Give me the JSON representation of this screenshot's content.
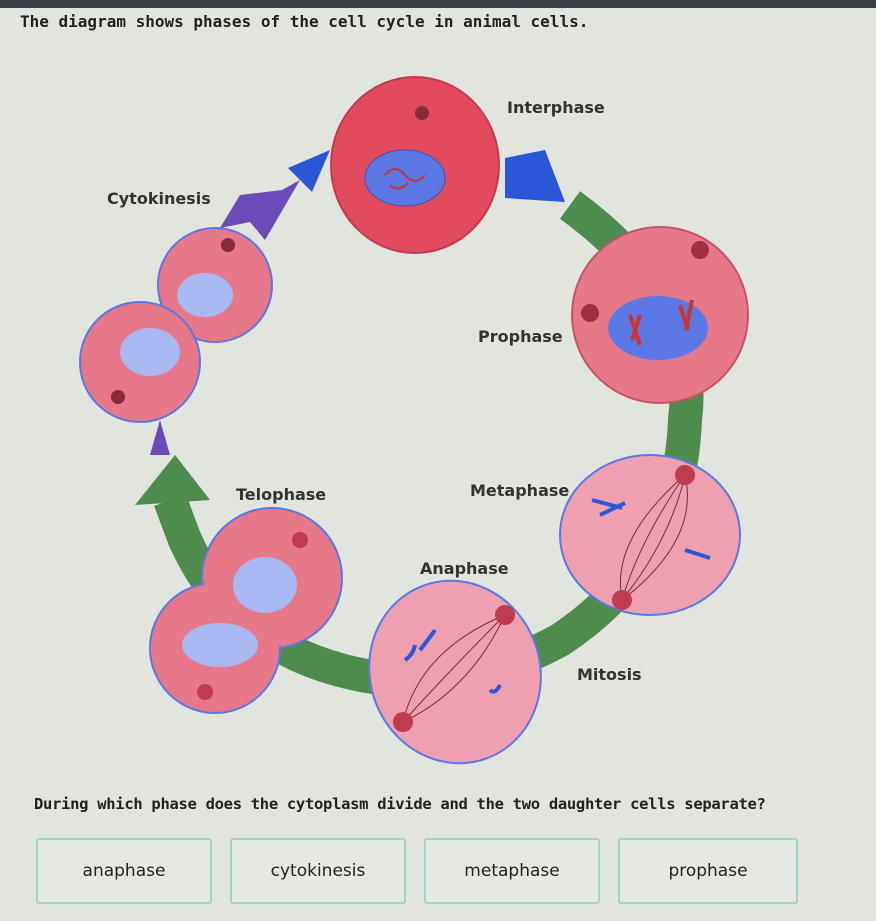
{
  "prompt": "The diagram shows phases of the cell cycle in animal cells.",
  "diagram": {
    "labels": {
      "interphase": "Interphase",
      "prophase": "Prophase",
      "metaphase": "Metaphase",
      "anaphase": "Anaphase",
      "telophase": "Telophase",
      "cytokinesis": "Cytokinesis",
      "mitosis": "Mitosis"
    },
    "colors": {
      "ring": "#4e8c4e",
      "cell": "#e7788a",
      "interphase_cell": "#e24a5e",
      "nucleus": "#5b78e4",
      "purple_arrow": "#6a4bb8",
      "blue_arrow": "#2a56d8"
    }
  },
  "question": "During which phase does the cytoplasm divide and the two daughter cells separate?",
  "choices": [
    "anaphase",
    "cytokinesis",
    "metaphase",
    "prophase"
  ]
}
